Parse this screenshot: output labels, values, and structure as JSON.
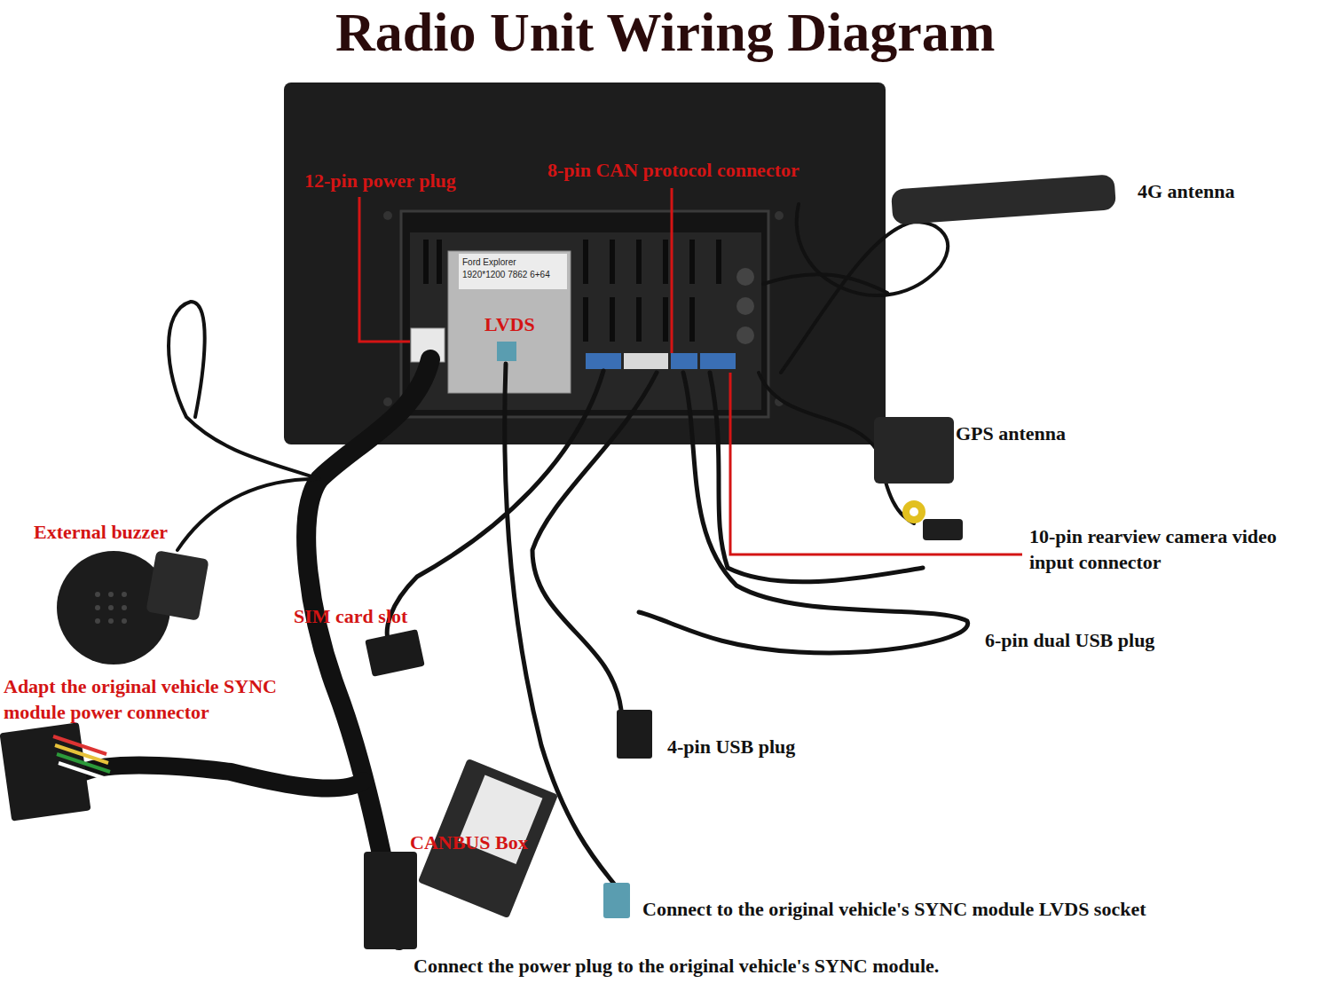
{
  "diagram": {
    "title": "Radio Unit Wiring Diagram",
    "nodes": [
      {
        "text": [
          "Ford Explorer",
          "1920*1200 7862 6+64"
        ]
      }
    ],
    "labels": [
      "12-pin power plug",
      "8-pin CAN protocol connector",
      "4G antenna",
      "LVDS",
      "GPS antenna",
      "External buzzer",
      "10-pin rearview camera video input connector",
      "SIM card slot",
      "6-pin dual USB plug",
      "Adapt the original vehicle SYNC module power connector",
      "4-pin USB plug",
      "CANBUS Box",
      "Connect to the original vehicle's SYNC module LVDS socket",
      "Connect the power plug to the original vehicle's SYNC module."
    ]
  }
}
